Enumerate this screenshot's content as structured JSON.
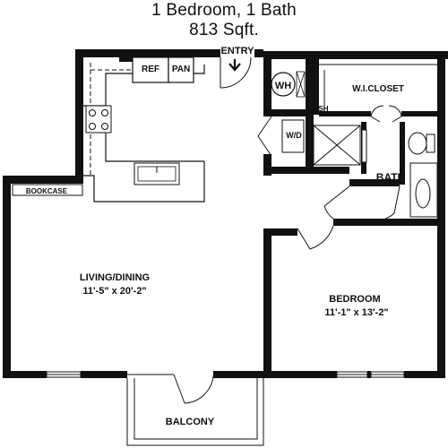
{
  "header": {
    "unit_type": "1 Bedroom, 1 Bath",
    "area": "813 Sqft."
  },
  "rooms": {
    "entry": "ENTRY",
    "ref": "REF",
    "pan": "PAN",
    "wh": "WH",
    "wi_closet": "W.I.CLOSET",
    "sh": "SH",
    "wd": "W/D",
    "bath": "BATH",
    "bookcase": "BOOKCASE",
    "living_name": "LIVING/DINING",
    "living_dims": "11'-5\" x 20'-2\"",
    "bedroom_name": "BEDROOM",
    "bedroom_dims": "11'-1\" x 13'-2\"",
    "balcony": "BALCONY"
  }
}
